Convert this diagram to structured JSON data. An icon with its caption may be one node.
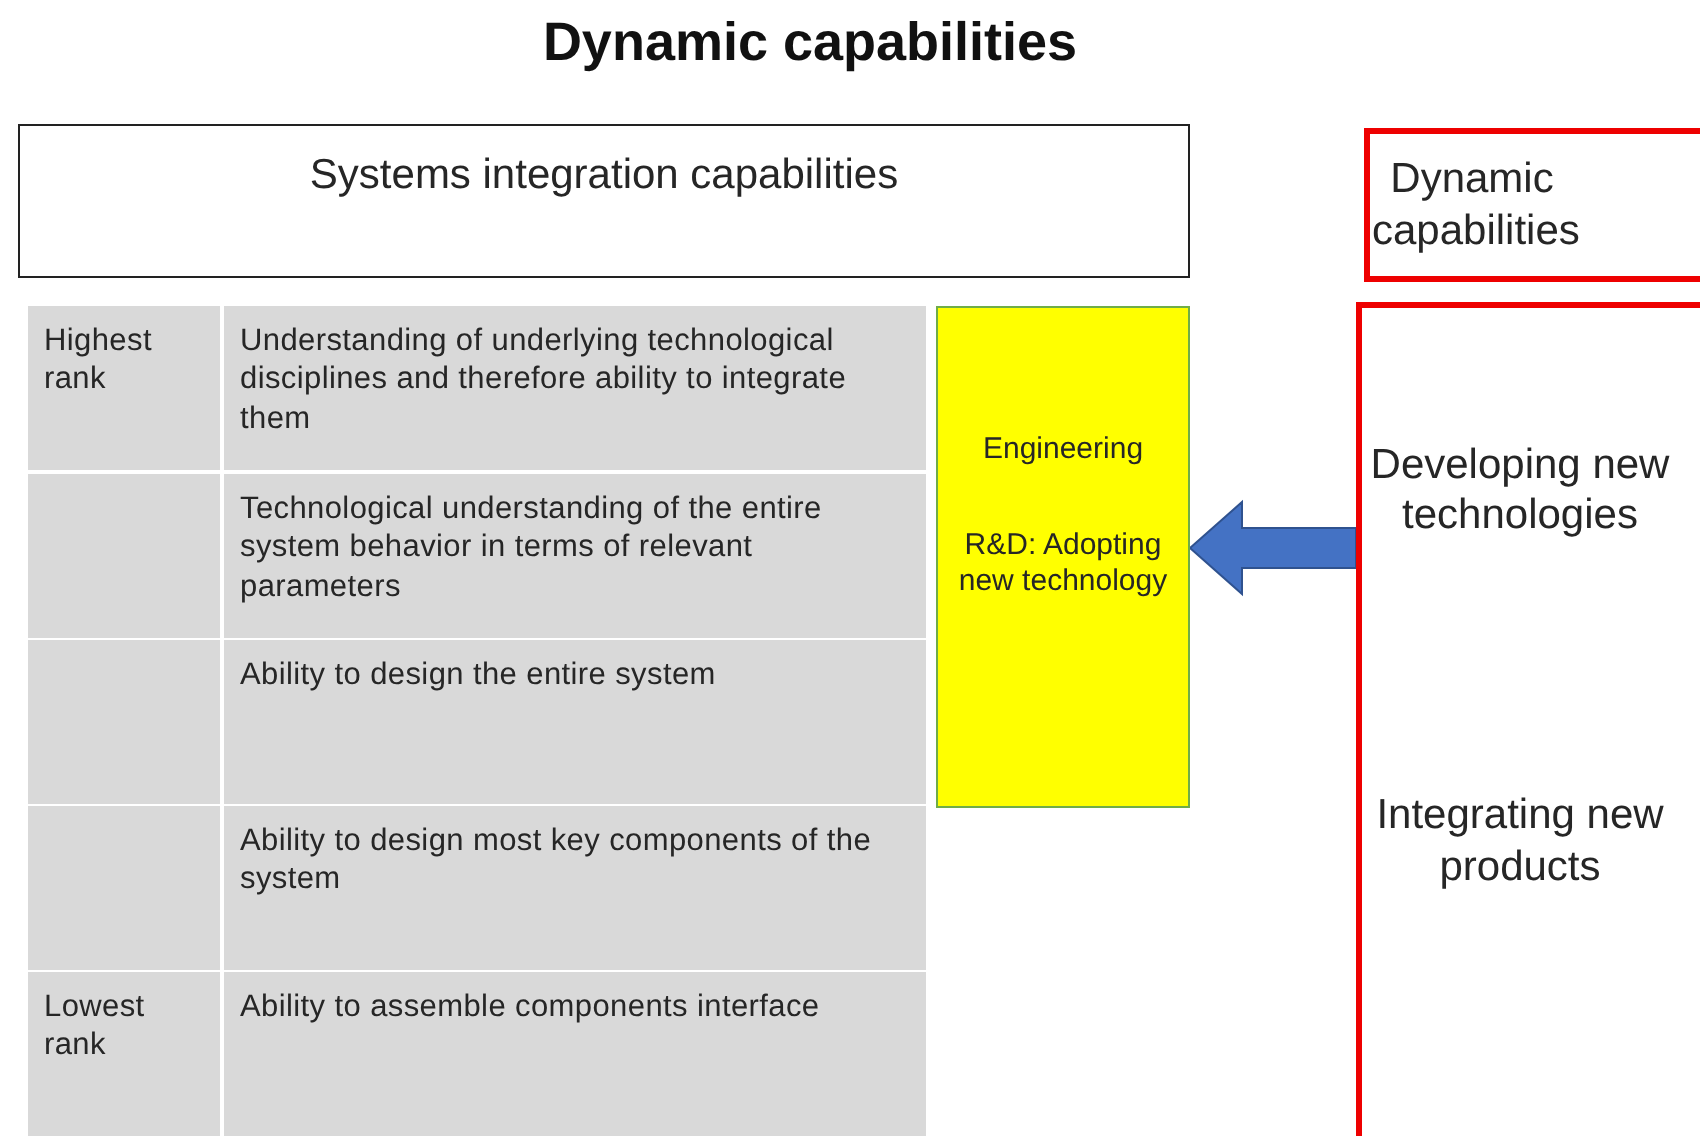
{
  "diagram": {
    "title": "Dynamic capabilities",
    "nodes": [
      {
        "text": [
          "Systems integration capabilities"
        ]
      },
      {
        "text": [
          "Engineering",
          "R&D: Adopting new technology"
        ]
      },
      {
        "text": [
          "Dynamic capabilities"
        ]
      },
      {
        "text": [
          "Developing new technologies",
          "Integrating new products"
        ]
      }
    ],
    "edges": [
      {
        "from": 3,
        "to": 1,
        "arrow": "to",
        "style": "thick"
      }
    ],
    "labels": [
      "Highest rank",
      "Understanding of underlying technological disciplines and therefore ability to integrate them",
      "Technological understanding of the entire system behavior in terms of relevant parameters",
      "Ability to design the entire system",
      "Ability to design most key components of the system",
      "Lowest rank",
      "Ability to assemble components interface"
    ]
  }
}
